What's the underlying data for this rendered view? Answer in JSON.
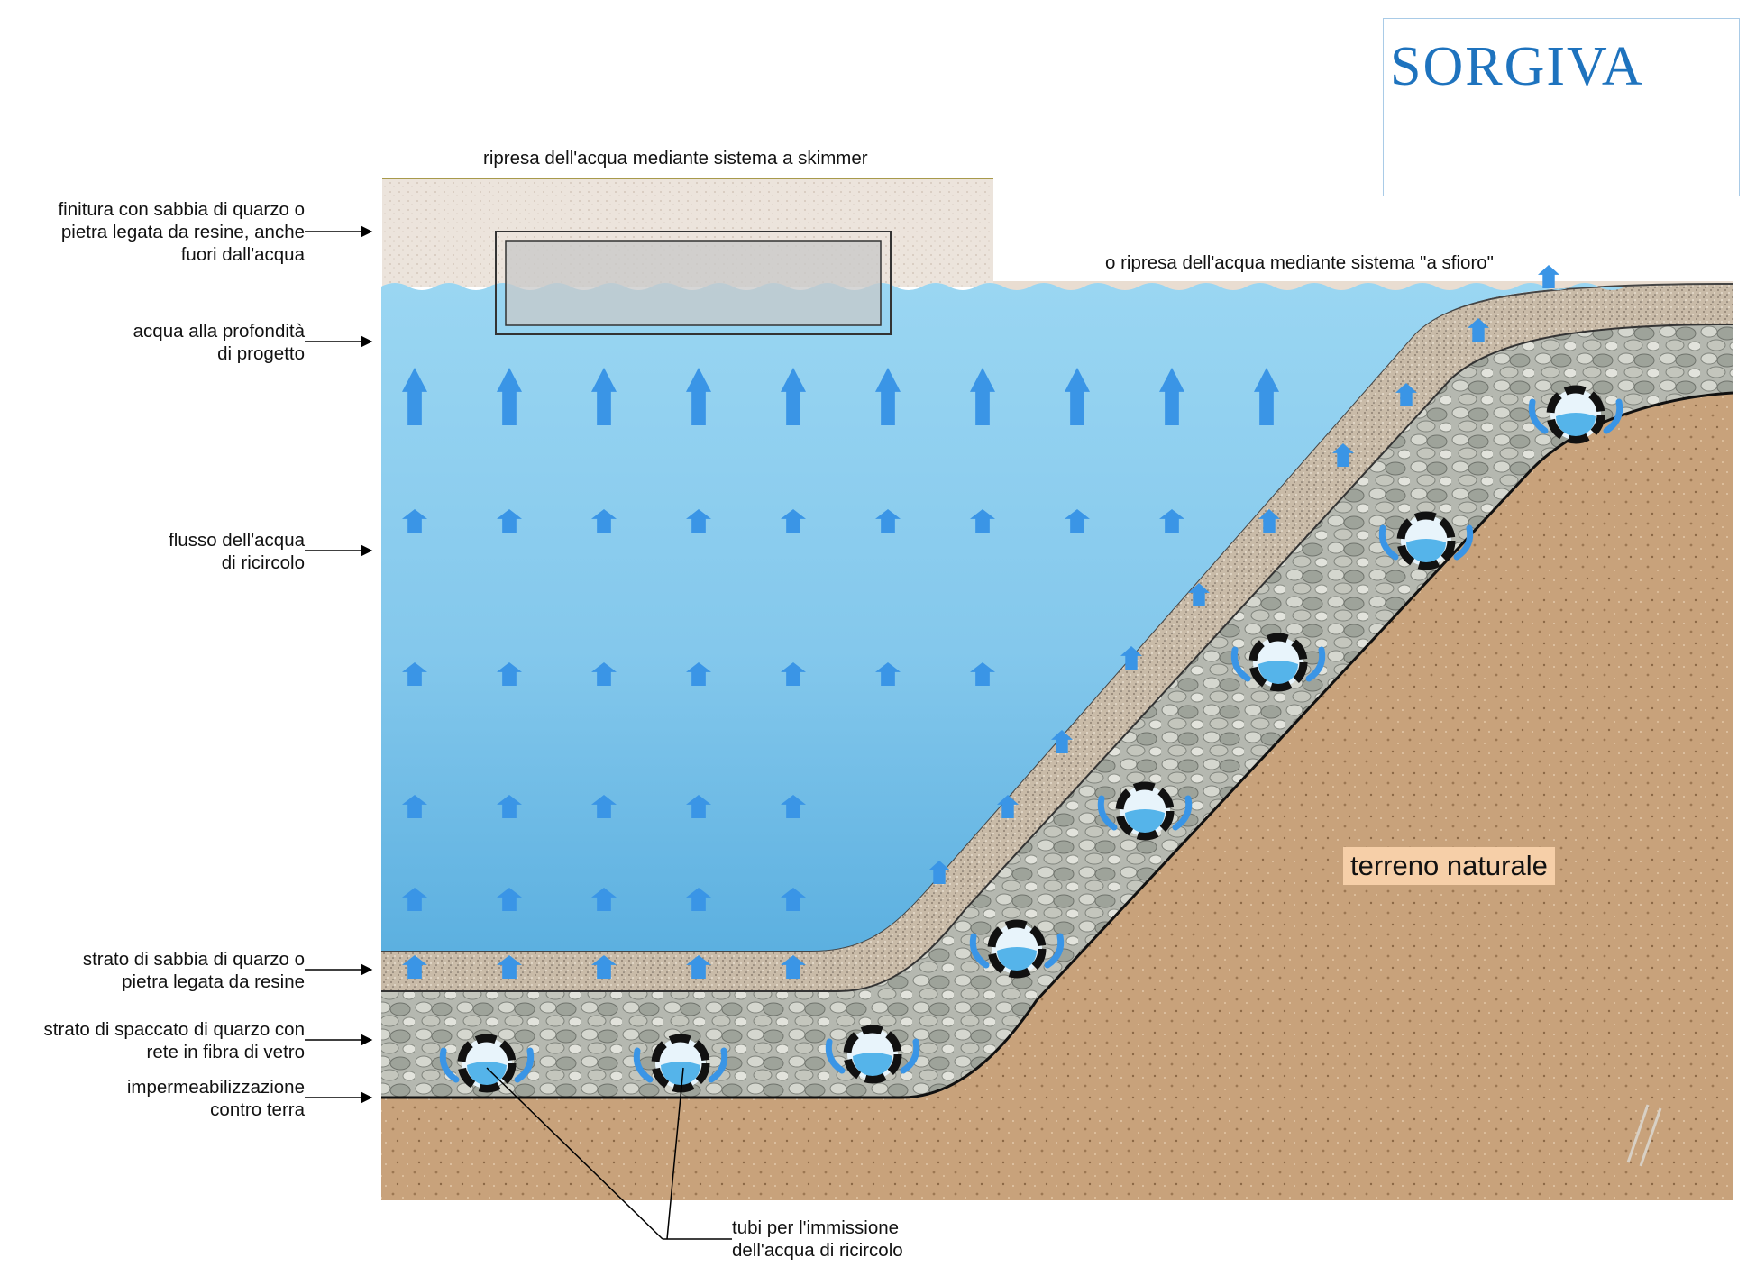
{
  "brand": {
    "name": "SORGIVA",
    "color": "#1e73be"
  },
  "labels_left": [
    {
      "id": "finitura",
      "lines": [
        "finitura con sabbia di quarzo o",
        "pietra legata da resine, anche",
        "fuori dall'acqua"
      ]
    },
    {
      "id": "acqua",
      "lines": [
        "acqua alla profondità",
        "di progetto"
      ]
    },
    {
      "id": "flusso",
      "lines": [
        "flusso dell'acqua",
        "di ricircolo"
      ]
    },
    {
      "id": "strato-sabbia",
      "lines": [
        "strato di sabbia di quarzo o",
        "pietra legata da resine"
      ]
    },
    {
      "id": "strato-spaccato",
      "lines": [
        "strato di spaccato di quarzo con",
        "rete in fibra di vetro"
      ]
    },
    {
      "id": "impermeabilizzazione",
      "lines": [
        "impermeabilizzazione",
        "contro terra"
      ]
    }
  ],
  "labels_top": {
    "skimmer": "ripresa dell'acqua mediante sistema a skimmer",
    "sfioro": "o ripresa dell'acqua mediante sistema \"a sfioro\""
  },
  "label_tubi": [
    "tubi per l'immissione",
    "dell'acqua di ricircolo"
  ],
  "label_terreno": "terreno naturale",
  "colors": {
    "water_top": "#8fd0ee",
    "water_bottom": "#5fb4e3",
    "arrow": "#3a95e6",
    "soil": "#c9a47e",
    "gravel": "#a8aaa3",
    "sand": "#c4b5a1"
  }
}
